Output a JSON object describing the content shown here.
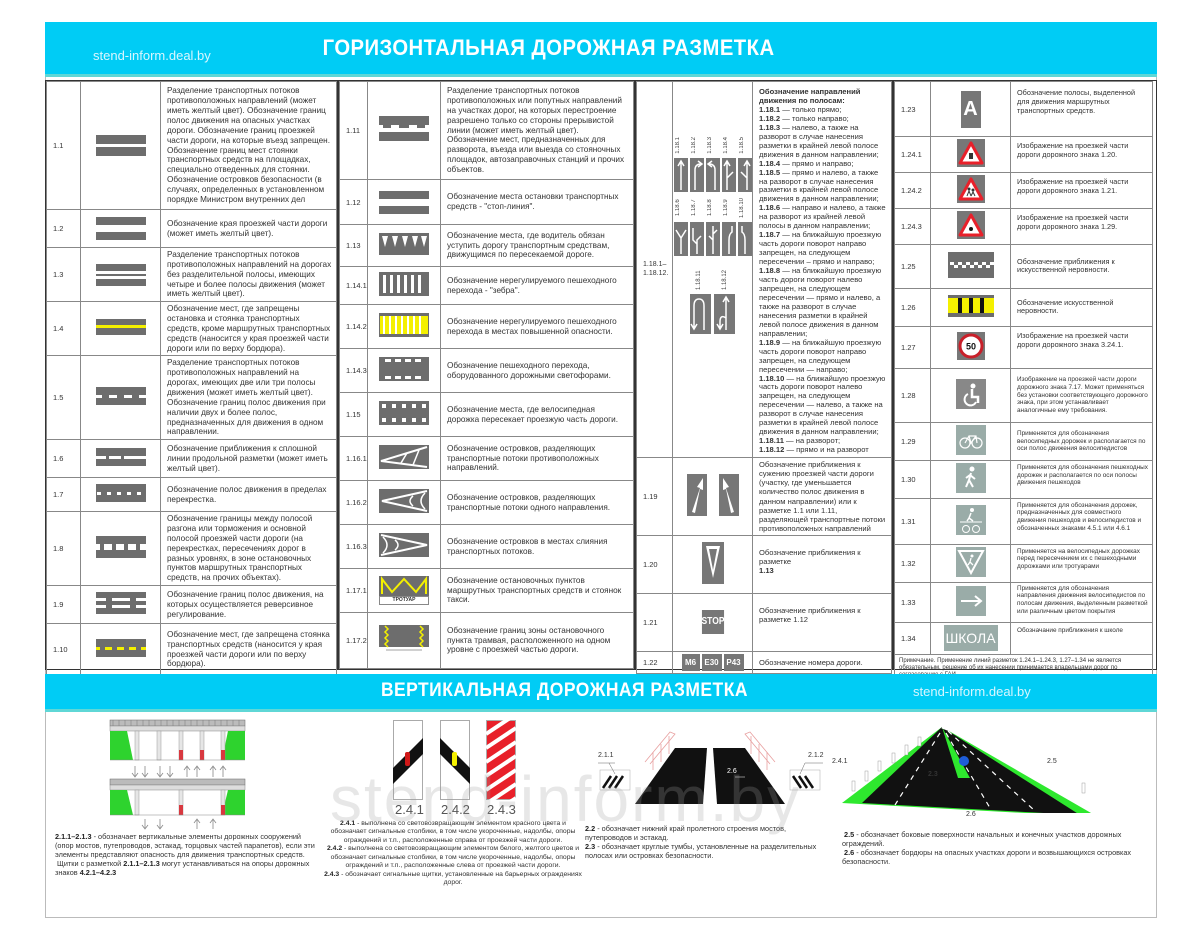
{
  "header": {
    "site": "stend-inform.deal.by",
    "title": "ГОРИЗОНТАЛЬНАЯ ДОРОЖНАЯ РАЗМЕТКА"
  },
  "column1": [
    {
      "code": "1.1",
      "icon": "double-solid-line",
      "text": "Разделение транспортных потоков противоположных направлений (может иметь желтый цвет). Обозначение границ полос движения на опасных участках дороги. Обозначение границ проезжей части дороги, на которые въезд запрещен. Обозначение границ мест стоянки транспортных средств на площадках, специально отведенных для стоянки. Обозначение островков безопасности (в случаях, определенных в установленном порядке Министром внутренних дел"
    },
    {
      "code": "1.2",
      "icon": "edge-line",
      "text": "Обозначение края проезжей части дороги (может иметь желтый цвет)."
    },
    {
      "code": "1.3",
      "icon": "double-line-divider",
      "text": "Разделение транспортных потоков противоположных направлений на дорогах без разделительной полосы, имеющих четыре и более полосы движения (может иметь желтый цвет)."
    },
    {
      "code": "1.4",
      "icon": "yellow-solid-line",
      "text": "Обозначение мест, где запрещены остановка и стоянка транспортных средств, кроме маршрутных транспортных средств (наносится у края проезжей части дороги или по верху бордюра)."
    },
    {
      "code": "1.5",
      "icon": "broken-line",
      "text": "Разделение транспортных потоков противоположных направлений на дорогах, имеющих две или три полосы движения (может иметь желтый цвет). Обозначение границ полос движения при наличии двух и более полос, предназначенных для движения в одном направлении."
    },
    {
      "code": "1.6",
      "icon": "approach-line",
      "text": "Обозначение приближения к сплошной линии продольной разметки (может иметь желтый цвет)."
    },
    {
      "code": "1.7",
      "icon": "short-dash-line",
      "text": "Обозначение полос движения в пределах перекрестка."
    },
    {
      "code": "1.8",
      "icon": "wide-dash-line",
      "text": "Обозначение границы между полосой разгона или торможения и основной полосой проезжей части дороги (на перекрестках, пересечениях дорог в разных уровнях, в зоне остановочных пунктов маршрутных транспортных средств, на прочих объектах)."
    },
    {
      "code": "1.9",
      "icon": "reversible-line",
      "text": "Обозначение границ полос движения, на которых осуществляется реверсивное регулирование."
    },
    {
      "code": "1.10",
      "icon": "yellow-broken-line",
      "text": "Обозначение мест, где запрещена стоянка транспортных средств (наносится у края проезжей части дороги или по верху бордюра)."
    }
  ],
  "column2": [
    {
      "code": "1.11",
      "icon": "combined-line",
      "text": "Разделение транспортных потоков противоположных или попутных направлений на участках дорог, на которых перестроение разрешено только со стороны прерывистой линии (может иметь желтый цвет). Обозначение мест, предназначенных для разворота, въезда или выезда со стояночных площадок, автозаправочных станций и прочих объектов."
    },
    {
      "code": "1.12",
      "icon": "stop-line",
      "text": "Обозначение места остановки транспортных средств - \"стоп-линия\"."
    },
    {
      "code": "1.13",
      "icon": "yield-triangles",
      "text": "Обозначение места, где водитель обязан уступить дорогу транспортным средствам, движущимся по пересекаемой дороге."
    },
    {
      "code": "1.14.1",
      "icon": "zebra-crossing",
      "text": "Обозначение нерегулируемого пешеходного перехода - \"зебра\"."
    },
    {
      "code": "1.14.2",
      "icon": "yellow-zebra-crossing",
      "text": "Обозначение нерегулируемого пешеходного перехода в местах повышенной опасности."
    },
    {
      "code": "1.14.3",
      "icon": "signal-crossing",
      "text": "Обозначение пешеходного перехода, оборудованного дорожными светофорами."
    },
    {
      "code": "1.15",
      "icon": "bike-crossing",
      "text": "Обозначение места, где велосипедная дорожка пересекает проезжую часть дороги."
    },
    {
      "code": "1.16.1",
      "icon": "island-opposite",
      "text": "Обозначение островков, разделяющих транспортные потоки противоположных направлений."
    },
    {
      "code": "1.16.2",
      "icon": "island-same",
      "text": "Обозначение островков, разделяющих транспортные потоки одного направления."
    },
    {
      "code": "1.16.3",
      "icon": "island-merge",
      "text": "Обозначение островков в местах слияния транспортных потоков."
    },
    {
      "code": "1.17.1",
      "icon": "bus-stop-zigzag",
      "label": "ТРОТУАР",
      "text": "Обозначение остановочных пунктов маршрутных транспортных средств и стоянок такси."
    },
    {
      "code": "1.17.2",
      "icon": "tram-stop-zone",
      "text": "Обозначение границ зоны остановочного пункта трамвая, расположенного на одном уровне с проезжей частью дороги."
    }
  ],
  "column3": {
    "arrows": {
      "code": "1.18.1– 1.18.12.",
      "labels_row1": [
        "1.18.1",
        "1.18.2",
        "1.18.3",
        "1.18.4",
        "1.18.5"
      ],
      "labels_row2": [
        "1.18.6",
        "1.18.7",
        "1.18.8",
        "1.18.9",
        "1.18.10"
      ],
      "labels_row3": [
        "1.18.11",
        "1.18.12"
      ],
      "heading": "Обозначение направлений движения по полосам:",
      "items": [
        {
          "code": "1.18.1",
          "text": "— только прямо;"
        },
        {
          "code": "1.18.2",
          "text": "— только направо;"
        },
        {
          "code": "1.18.3",
          "text": "— налево, а также на разворот в случае нанесения разметки в крайней левой полосе движения в данном направлении;"
        },
        {
          "code": "1.18.4",
          "text": "— прямо и направо;"
        },
        {
          "code": "1.18.5",
          "text": "— прямо и налево, а также на разворот в случае нанесения разметки в крайней левой полосе движения в данном направлении;"
        },
        {
          "code": "1.18.6",
          "text": "— направо и налево, а также на разворот из крайней левой полосы в данном направлении;"
        },
        {
          "code": "1.18.7",
          "text": "— на ближайшую проезжую часть дороги поворот направо запрещен, на следующем пересечении – прямо и направо;"
        },
        {
          "code": "1.18.8",
          "text": "— на ближайшую проезжую часть дороги поворот налево запрещен, на следующем пересечении — прямо и налево, а также на разворот в случае нанесения разметки в крайней левой полосе движения в данном направлении;"
        },
        {
          "code": "1.18.9",
          "text": "— на ближайшую проезжую часть дороги поворот направо запрещен, на следующем пересечении — направо;"
        },
        {
          "code": "1.18.10",
          "text": "— на ближайшую проезжую часть дороги поворот налево запрещен, на следующем пересечении — налево, а также на разворот в случае нанесения разметки в крайней левой полосе движения в данном направлении;"
        },
        {
          "code": "1.18.11",
          "text": "— на разворот;"
        },
        {
          "code": "1.18.12",
          "text": "— прямо и на разворот"
        }
      ]
    },
    "rows": [
      {
        "code": "1.19",
        "icon": "lane-narrowing-arrows",
        "text": "Обозначение приближения к сужению проезжей части дороги (участку, где уменьшается количество полос движения в данном направлении) или к разметке 1.1 или 1.11, разделяющей транспортные потоки противоположных направлений"
      },
      {
        "code": "1.20",
        "icon": "yield-approach-triangle",
        "text": "Обозначение приближения к разметке",
        "ref": "1.13"
      },
      {
        "code": "1.21",
        "icon": "stop-text",
        "label": "STOP",
        "text": "Обозначение приближения к разметке 1.12"
      },
      {
        "code": "1.22",
        "icon": "road-numbers",
        "labels": [
          "M6",
          "E30",
          "P43"
        ],
        "text": "Обозначение номера дороги."
      }
    ]
  },
  "column4": {
    "rows": [
      {
        "code": "1.23",
        "icon": "bus-lane-a",
        "label": "A",
        "text": "Обозначение полосы, выделенной для движения маршрутных транспортных средств."
      },
      {
        "code": "1.24.1",
        "icon": "warning-sign-1-20",
        "text": "Изображение на проезжей части дороги дорожного знака 1.20."
      },
      {
        "code": "1.24.2",
        "icon": "warning-sign-1-21",
        "text": "Изображение на проезжей части дороги дорожного знака 1.21."
      },
      {
        "code": "1.24.3",
        "icon": "warning-sign-1-29",
        "text": "Изображение на проезжей части дороги дорожного знака 1.29."
      },
      {
        "code": "1.25",
        "icon": "speed-bump-approach",
        "text": "Обозначение приближения к искусственной неровности."
      },
      {
        "code": "1.26",
        "icon": "speed-bump",
        "text": "Обозначение искусственной неровности."
      },
      {
        "code": "1.27",
        "icon": "speed-limit-50",
        "label": "50",
        "text": "Изображение на проезжей части дороги дорожного знака 3.24.1."
      },
      {
        "code": "1.28",
        "icon": "wheelchair",
        "text": "Изображение на проезжей части дороги дорожного знака 7.17. Может применяться без установки соответствующего дорожного знака, при этом устанавливает аналогичные ему требования."
      },
      {
        "code": "1.29",
        "icon": "bicycle",
        "text": "Применяется для обозначения велосипедных дорожек и располагается по оси полос движения велосипедистов"
      },
      {
        "code": "1.30",
        "icon": "pedestrian",
        "text": "Применяется для обозначения пешеходных дорожек и располагается по оси полосы движения пешеходов"
      },
      {
        "code": "1.31",
        "icon": "pedestrian-bicycle",
        "text": "Применяется для обозначения дорожек, предназначенных для совместного движения пешеходов и велосипедистов и обозначенных знаками 4.5.1 или 4.6.1"
      },
      {
        "code": "1.32",
        "icon": "yield-pedestrian",
        "text": "Применяется на велосипедных дорожках перед пересечением их с пешеходными дорожками или тротуарами"
      },
      {
        "code": "1.33",
        "icon": "arrow-right",
        "text": "Применяется для обозначения направления движения велосипедистов по полосам движения, выделенным разметкой или различным цветом покрытия"
      },
      {
        "code": "1.34",
        "icon": "school-text",
        "label": "ШКОЛА",
        "text": "Обозначание приближения к школе"
      }
    ],
    "note": "Примечание. Применение линий разметок 1.24.1–1.24.3, 1.27–1.34 не является обязательным, решение об их нанесении принимается владельцами дорог по согласованию с ГАИ."
  },
  "vertical_header": {
    "title": "ВЕРТИКАЛЬНАЯ ДОРОЖНАЯ РАЗМЕТКА",
    "site": "stend-inform.deal.by"
  },
  "vertical": {
    "bridge": {
      "codes": "2.1.1–2.1.3",
      "text": "- обозначает вертикальные элементы дорожных сооружений (опор мостов, путепроводов, эстакад, торцовых частей парапетов), если эти элементы представляют опасность для движения транспортных средств.",
      "text2_pre": "Щитки с разметкой",
      "text2_codes": "2.1.1–2.1.3",
      "text2_mid": "могут устанавливаться на опоры дорожных знаков",
      "text2_codes2": "4.2.1–4.2.3"
    },
    "posts": {
      "labels": [
        "2.4.1",
        "2.4.2",
        "2.4.3"
      ],
      "items": [
        {
          "code": "2.4.1",
          "text": "- выполнена со световозвращающим элементом красного цвета и обозначает сигнальные столбики, в том числе укороченные, надолбы, опоры ограждений и т.п., расположенные справа от проезжей части дороги."
        },
        {
          "code": "2.4.2",
          "text": "- выполнена со световозвращающим элементом белого, желтого цветов и обозначает сигнальные столбики, в том числе укороченные, надолбы, опоры ограждений и т.п., расположенные слева от проезжей части дороги."
        },
        {
          "code": "2.4.3",
          "text": "- обозначает сигнальные щитки, установленные на барьерных ограждениях дорог."
        }
      ]
    },
    "underpass": {
      "labels": [
        "2.1.1",
        "2.1.2",
        "2.6"
      ],
      "items": [
        {
          "code": "2.2",
          "text": "- обозначает нижний край пролетного строения мостов, путепроводов и эстакад."
        },
        {
          "code": "2.3",
          "text": "- обозначает круглые тумбы, установленные на разделительных полосах или островках безопасности."
        }
      ]
    },
    "road": {
      "labels": [
        "2.4.1",
        "2.3",
        "2.5",
        "2.6"
      ],
      "items": [
        {
          "code": "2.5",
          "text": "- обозначает боковые поверхности начальных и конечных участков дорожных ограждений."
        },
        {
          "code": "2.6",
          "text": "- обозначает бордюры на опасных участках дороги и возвышающихся островках безопасности."
        }
      ]
    },
    "watermark": "stend-inform.by"
  },
  "colors": {
    "banner": "#00ccf5",
    "marking_grey": "#6d6d6d",
    "yellow": "#f4f000",
    "green": "#22dd22",
    "red": "#e8202a"
  }
}
